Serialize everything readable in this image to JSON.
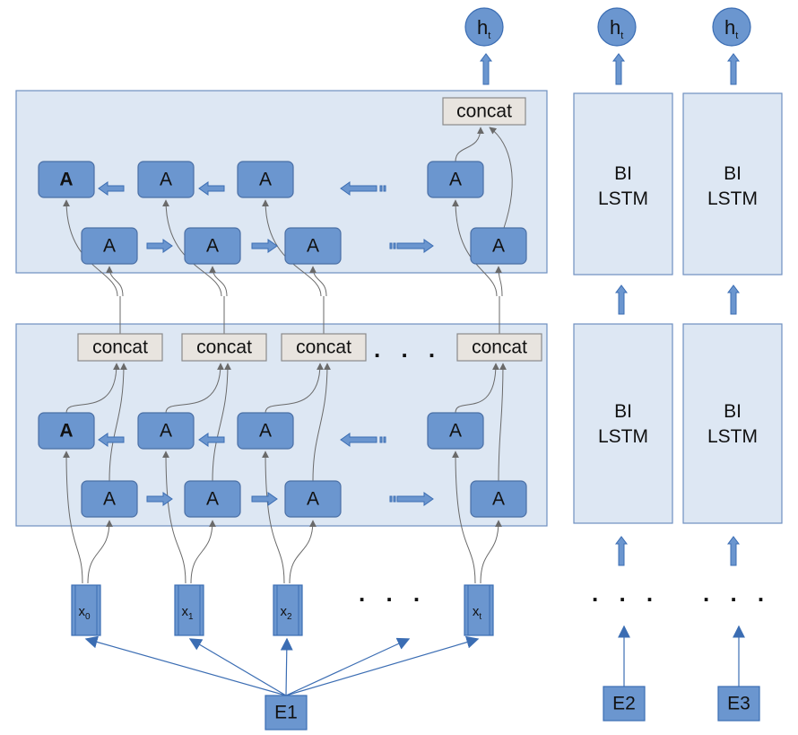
{
  "colors": {
    "panel_fill": "#dde7f3",
    "cell_fill": "#6b96cf",
    "concat_fill": "#e8e4df",
    "line_gray": "#6a6a6a",
    "line_blue": "#3b6db3"
  },
  "cell_label": "A",
  "concat_label": "concat",
  "output": {
    "label": "h",
    "sub": "t"
  },
  "bilstm": {
    "line1": "BI",
    "line2": "LSTM"
  },
  "inputs": [
    {
      "label": "x",
      "sub": "0"
    },
    {
      "label": "x",
      "sub": "1"
    },
    {
      "label": "x",
      "sub": "2"
    },
    {
      "label": "x",
      "sub": "t"
    }
  ],
  "embeddings": [
    "E1",
    "E2",
    "E3"
  ],
  "ellipsis": ". . ."
}
